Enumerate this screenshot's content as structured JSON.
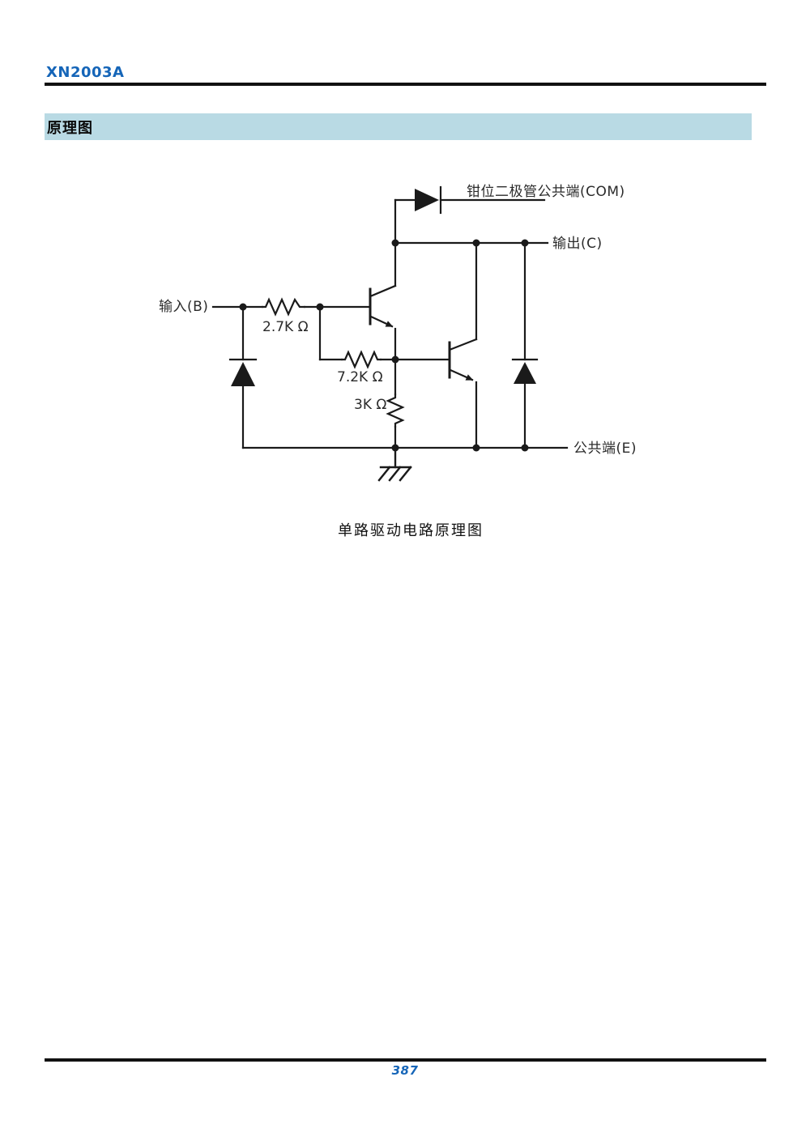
{
  "header": {
    "part_number": "XN2003A"
  },
  "section": {
    "title": "原理图"
  },
  "figure": {
    "caption": "单路驱动电路原理图",
    "labels": {
      "clamp_common": "钳位二极管公共端(COM)",
      "output": "输出(C)",
      "input": "输入(B)",
      "common": "公共端(E)",
      "r1": "2.7K Ω",
      "r2": "7.2K Ω",
      "r3": "3K Ω"
    },
    "components": {
      "resistors": [
        "2.7K",
        "7.2K",
        "3K"
      ],
      "transistors": [
        "Q1-npn",
        "Q2-npn"
      ],
      "diodes": [
        "input-clamp-diode",
        "clamp-diode-com",
        "output-freewheel-diode"
      ]
    }
  },
  "footer": {
    "page_number": "387"
  },
  "colors": {
    "accent_blue": "#1565b8",
    "banner_bg": "#b9dae4",
    "wire": "#1a1a1a"
  }
}
